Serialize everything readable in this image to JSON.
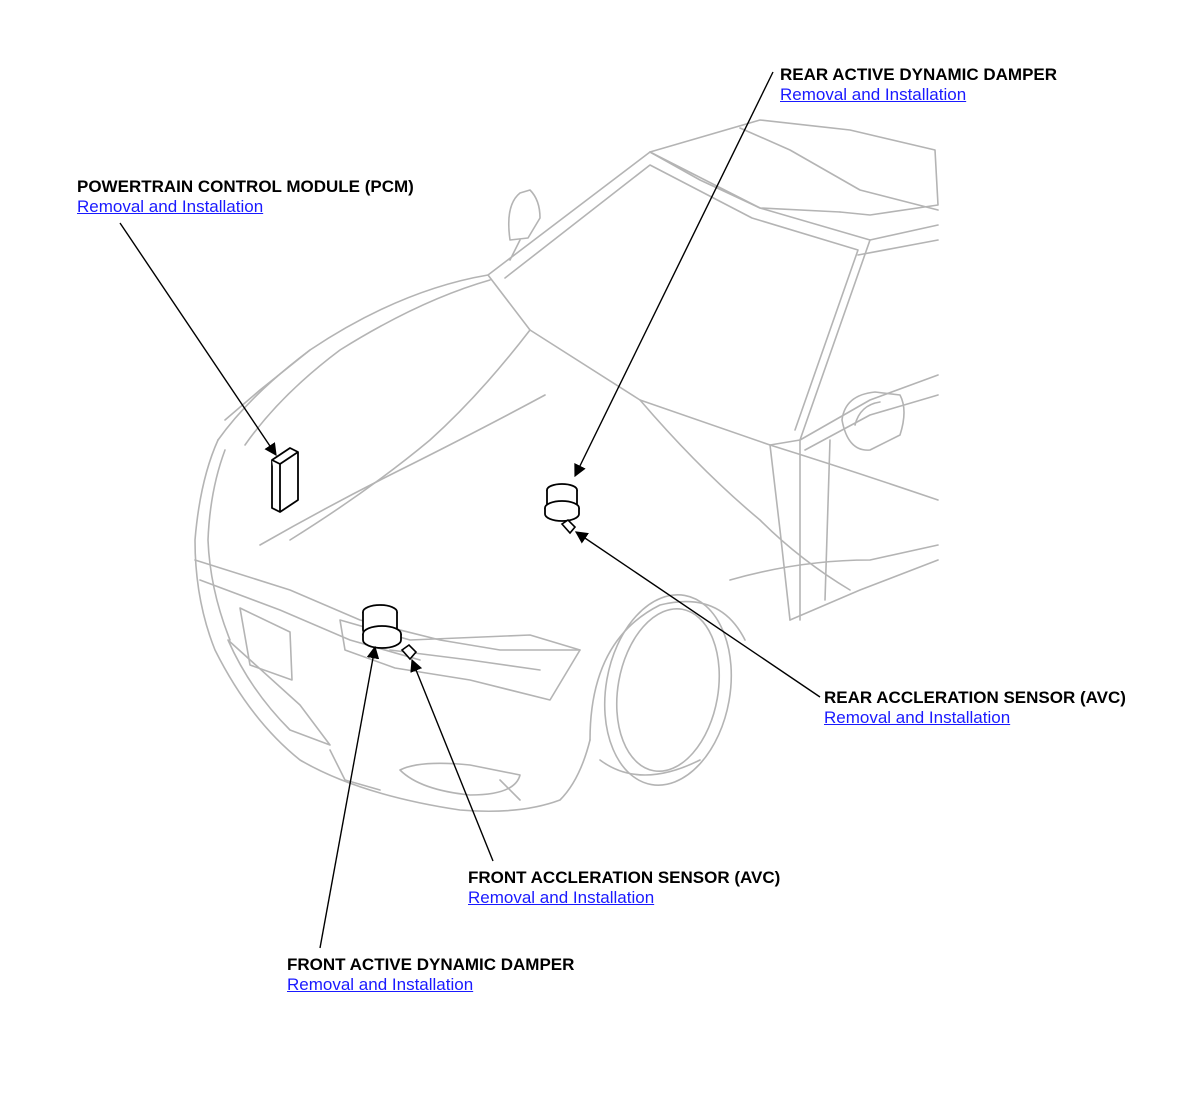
{
  "callouts": {
    "pcm": {
      "title": "POWERTRAIN CONTROL MODULE (PCM)",
      "link": "Removal and Installation"
    },
    "rear_damper": {
      "title": "REAR ACTIVE DYNAMIC DAMPER",
      "link": "Removal and Installation"
    },
    "rear_sensor": {
      "title": "REAR ACCLERATION SENSOR (AVC)",
      "link": "Removal and Installation"
    },
    "front_sensor": {
      "title": "FRONT ACCLERATION SENSOR (AVC)",
      "link": "Removal and Installation"
    },
    "front_damper": {
      "title": "FRONT ACTIVE DYNAMIC DAMPER",
      "link": "Removal and Installation"
    }
  },
  "colors": {
    "link": "#1a1aff",
    "car_outline": "#b4b4b4",
    "leader_line": "#000000"
  }
}
